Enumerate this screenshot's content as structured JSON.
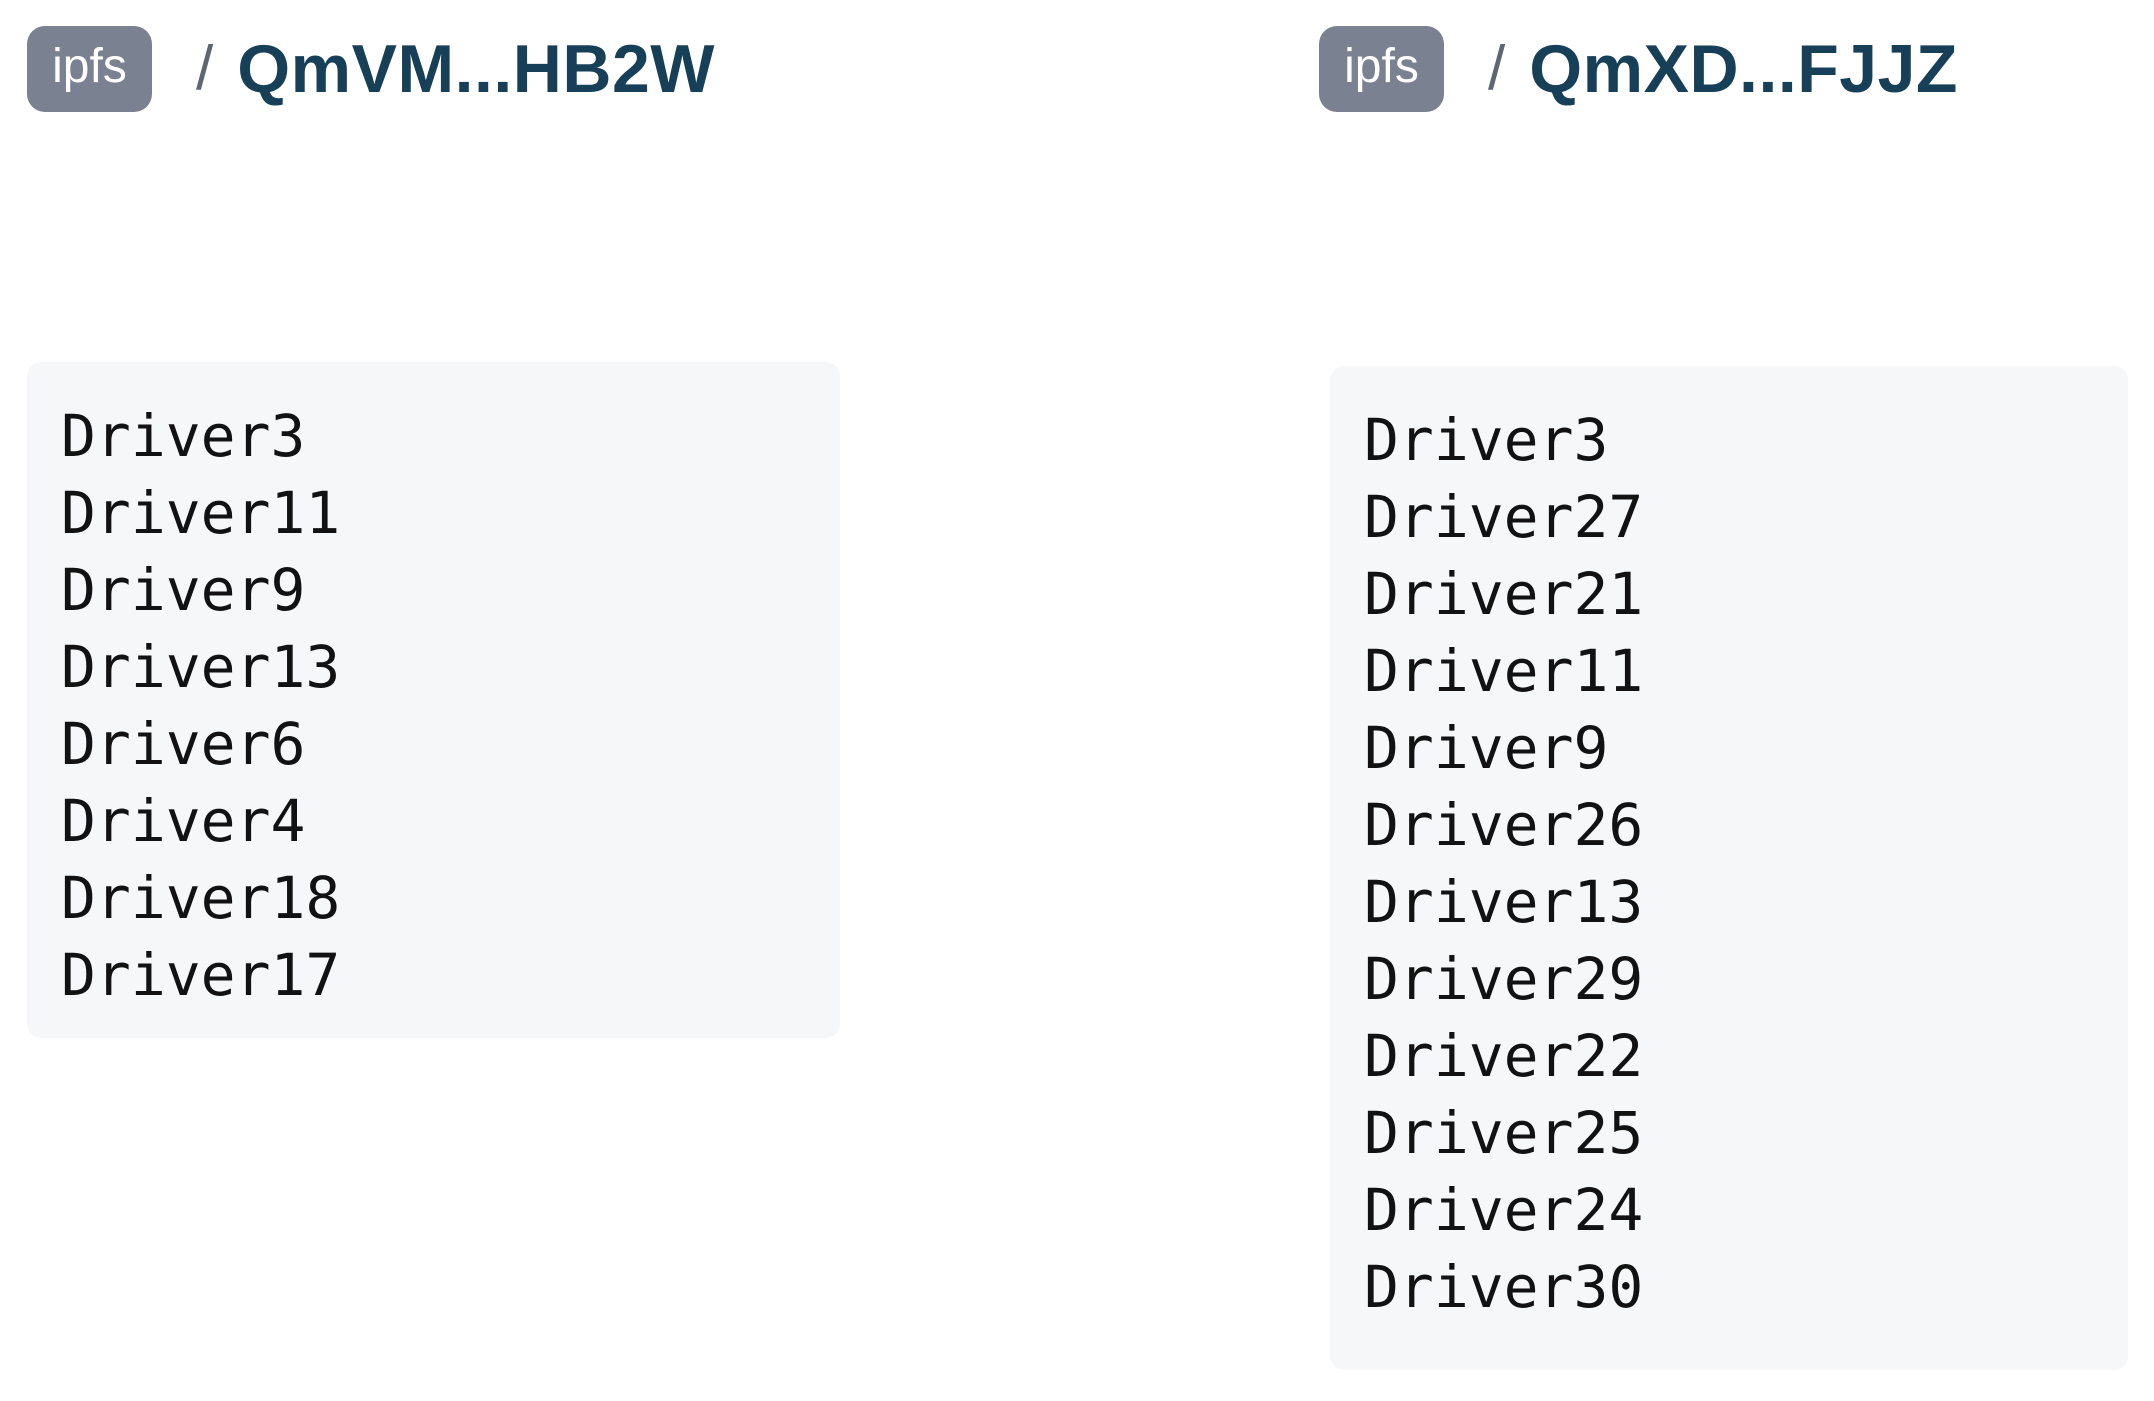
{
  "panels": [
    {
      "badge": "ipfs",
      "separator": "/",
      "cid": "QmVM...HB2W",
      "entries": [
        "Driver3",
        "Driver11",
        "Driver9",
        "Driver13",
        "Driver6",
        "Driver4",
        "Driver18",
        "Driver17"
      ]
    },
    {
      "badge": "ipfs",
      "separator": "/",
      "cid": "QmXD...FJJZ",
      "entries": [
        "Driver3",
        "Driver27",
        "Driver21",
        "Driver11",
        "Driver9",
        "Driver26",
        "Driver13",
        "Driver29",
        "Driver22",
        "Driver25",
        "Driver24",
        "Driver30"
      ]
    }
  ],
  "colors": {
    "badge_bg": "#7a8190",
    "badge_text": "#ffffff",
    "cid_text": "#173f57",
    "separator_text": "#5d6673",
    "listbox_bg": "#f6f7f9",
    "list_text": "#121212"
  }
}
